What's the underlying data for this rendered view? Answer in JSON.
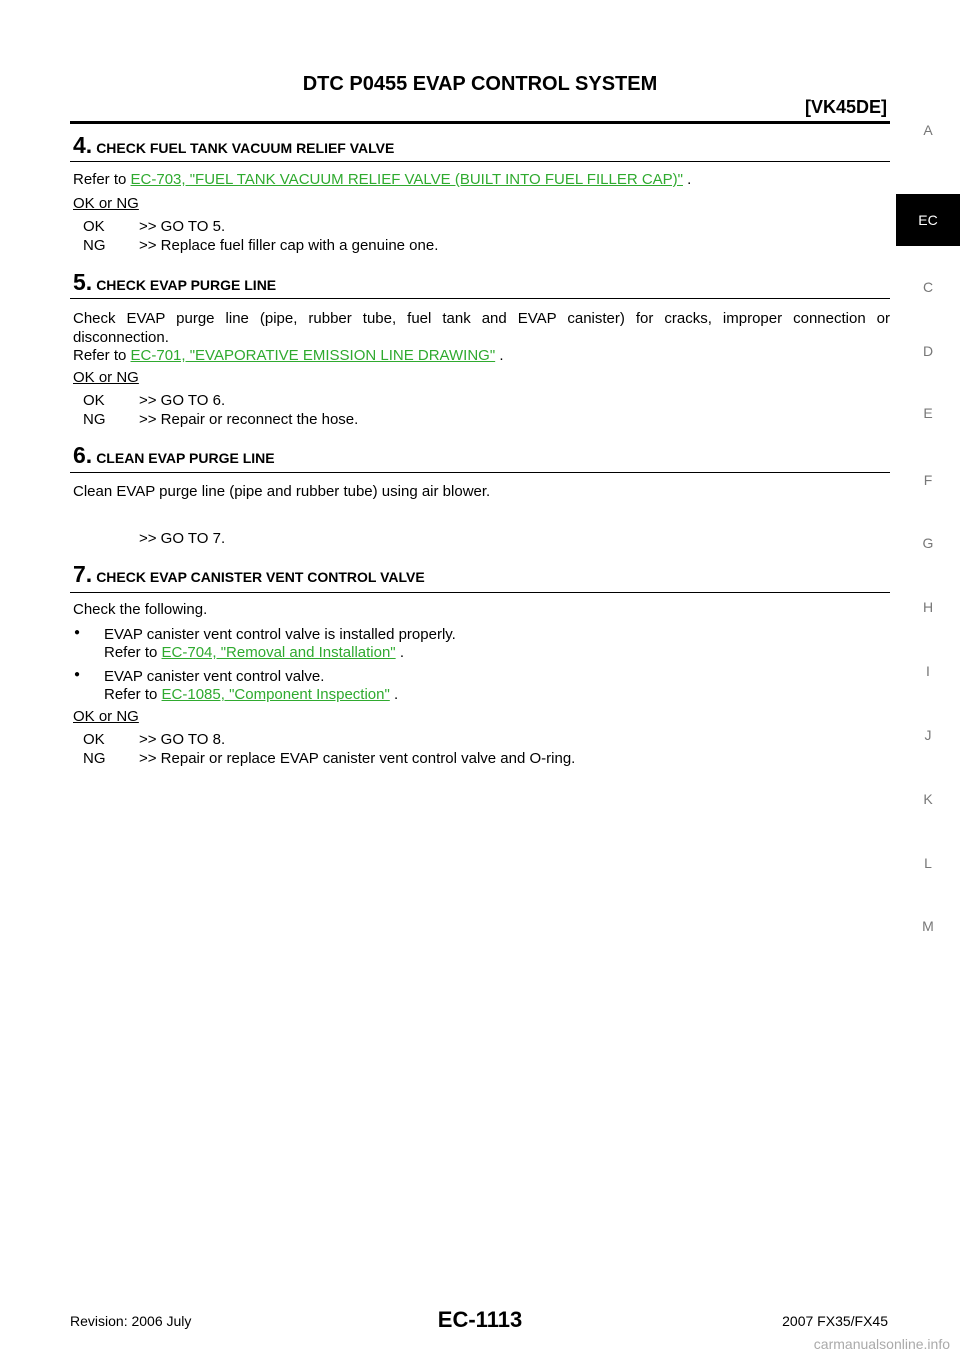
{
  "header": {
    "title": "DTC P0455 EVAP CONTROL SYSTEM",
    "engine": "[VK45DE]"
  },
  "side_tabs": [
    "A",
    "EC",
    "C",
    "D",
    "E",
    "F",
    "G",
    "H",
    "I",
    "J",
    "K",
    "L",
    "M"
  ],
  "active_tab": "EC",
  "steps": {
    "s4": {
      "num": "4.",
      "title": "CHECK FUEL TANK VACUUM RELIEF VALVE",
      "refer_prefix": "Refer to",
      "link": "EC-703, \"FUEL TANK VACUUM RELIEF VALVE (BUILT INTO FUEL FILLER CAP)\"",
      "suffix": ".",
      "ok_ng": "OK or NG",
      "ok": {
        "code": "OK",
        "text": ">> GO TO 5."
      },
      "ng": {
        "code": "NG",
        "text": ">> Replace fuel filler cap with a genuine one."
      }
    },
    "s5": {
      "num": "5.",
      "title": "CHECK EVAP PURGE LINE",
      "body1": "Check EVAP purge line (pipe, rubber tube, fuel tank and EVAP canister) for cracks, improper connection or",
      "body2": "disconnection.",
      "refer_prefix": "Refer to",
      "link": "EC-701, \"EVAPORATIVE EMISSION LINE DRAWING\"",
      "suffix": ".",
      "ok_ng": "OK or NG",
      "ok": {
        "code": "OK",
        "text": ">> GO TO 6."
      },
      "ng": {
        "code": "NG",
        "text": ">> Repair or reconnect the hose."
      }
    },
    "s6": {
      "num": "6.",
      "title": "CLEAN EVAP PURGE LINE",
      "body": "Clean EVAP purge line (pipe and rubber tube) using air blower.",
      "goto": ">> GO TO 7."
    },
    "s7": {
      "num": "7.",
      "title": "CHECK EVAP CANISTER VENT CONTROL VALVE",
      "intro": "Check the following.",
      "bullet_symbol": "●",
      "b1_text": "EVAP canister vent control valve is installed properly.",
      "b1_refer": "Refer to",
      "b1_link": "EC-704, \"Removal and Installation\"",
      "b1_suffix": ".",
      "b2_text": "EVAP canister vent control valve.",
      "b2_refer": "Refer to",
      "b2_link": "EC-1085, \"Component Inspection\"",
      "b2_suffix": ".",
      "ok_ng": "OK or NG",
      "ok": {
        "code": "OK",
        "text": ">> GO TO 8."
      },
      "ng": {
        "code": "NG",
        "text": ">> Repair or replace EVAP canister vent control valve and O-ring."
      }
    }
  },
  "footer": {
    "revision": "Revision: 2006 July",
    "page": "EC-1113",
    "model": "2007 FX35/FX45",
    "watermark": "carmanualsonline.info"
  }
}
